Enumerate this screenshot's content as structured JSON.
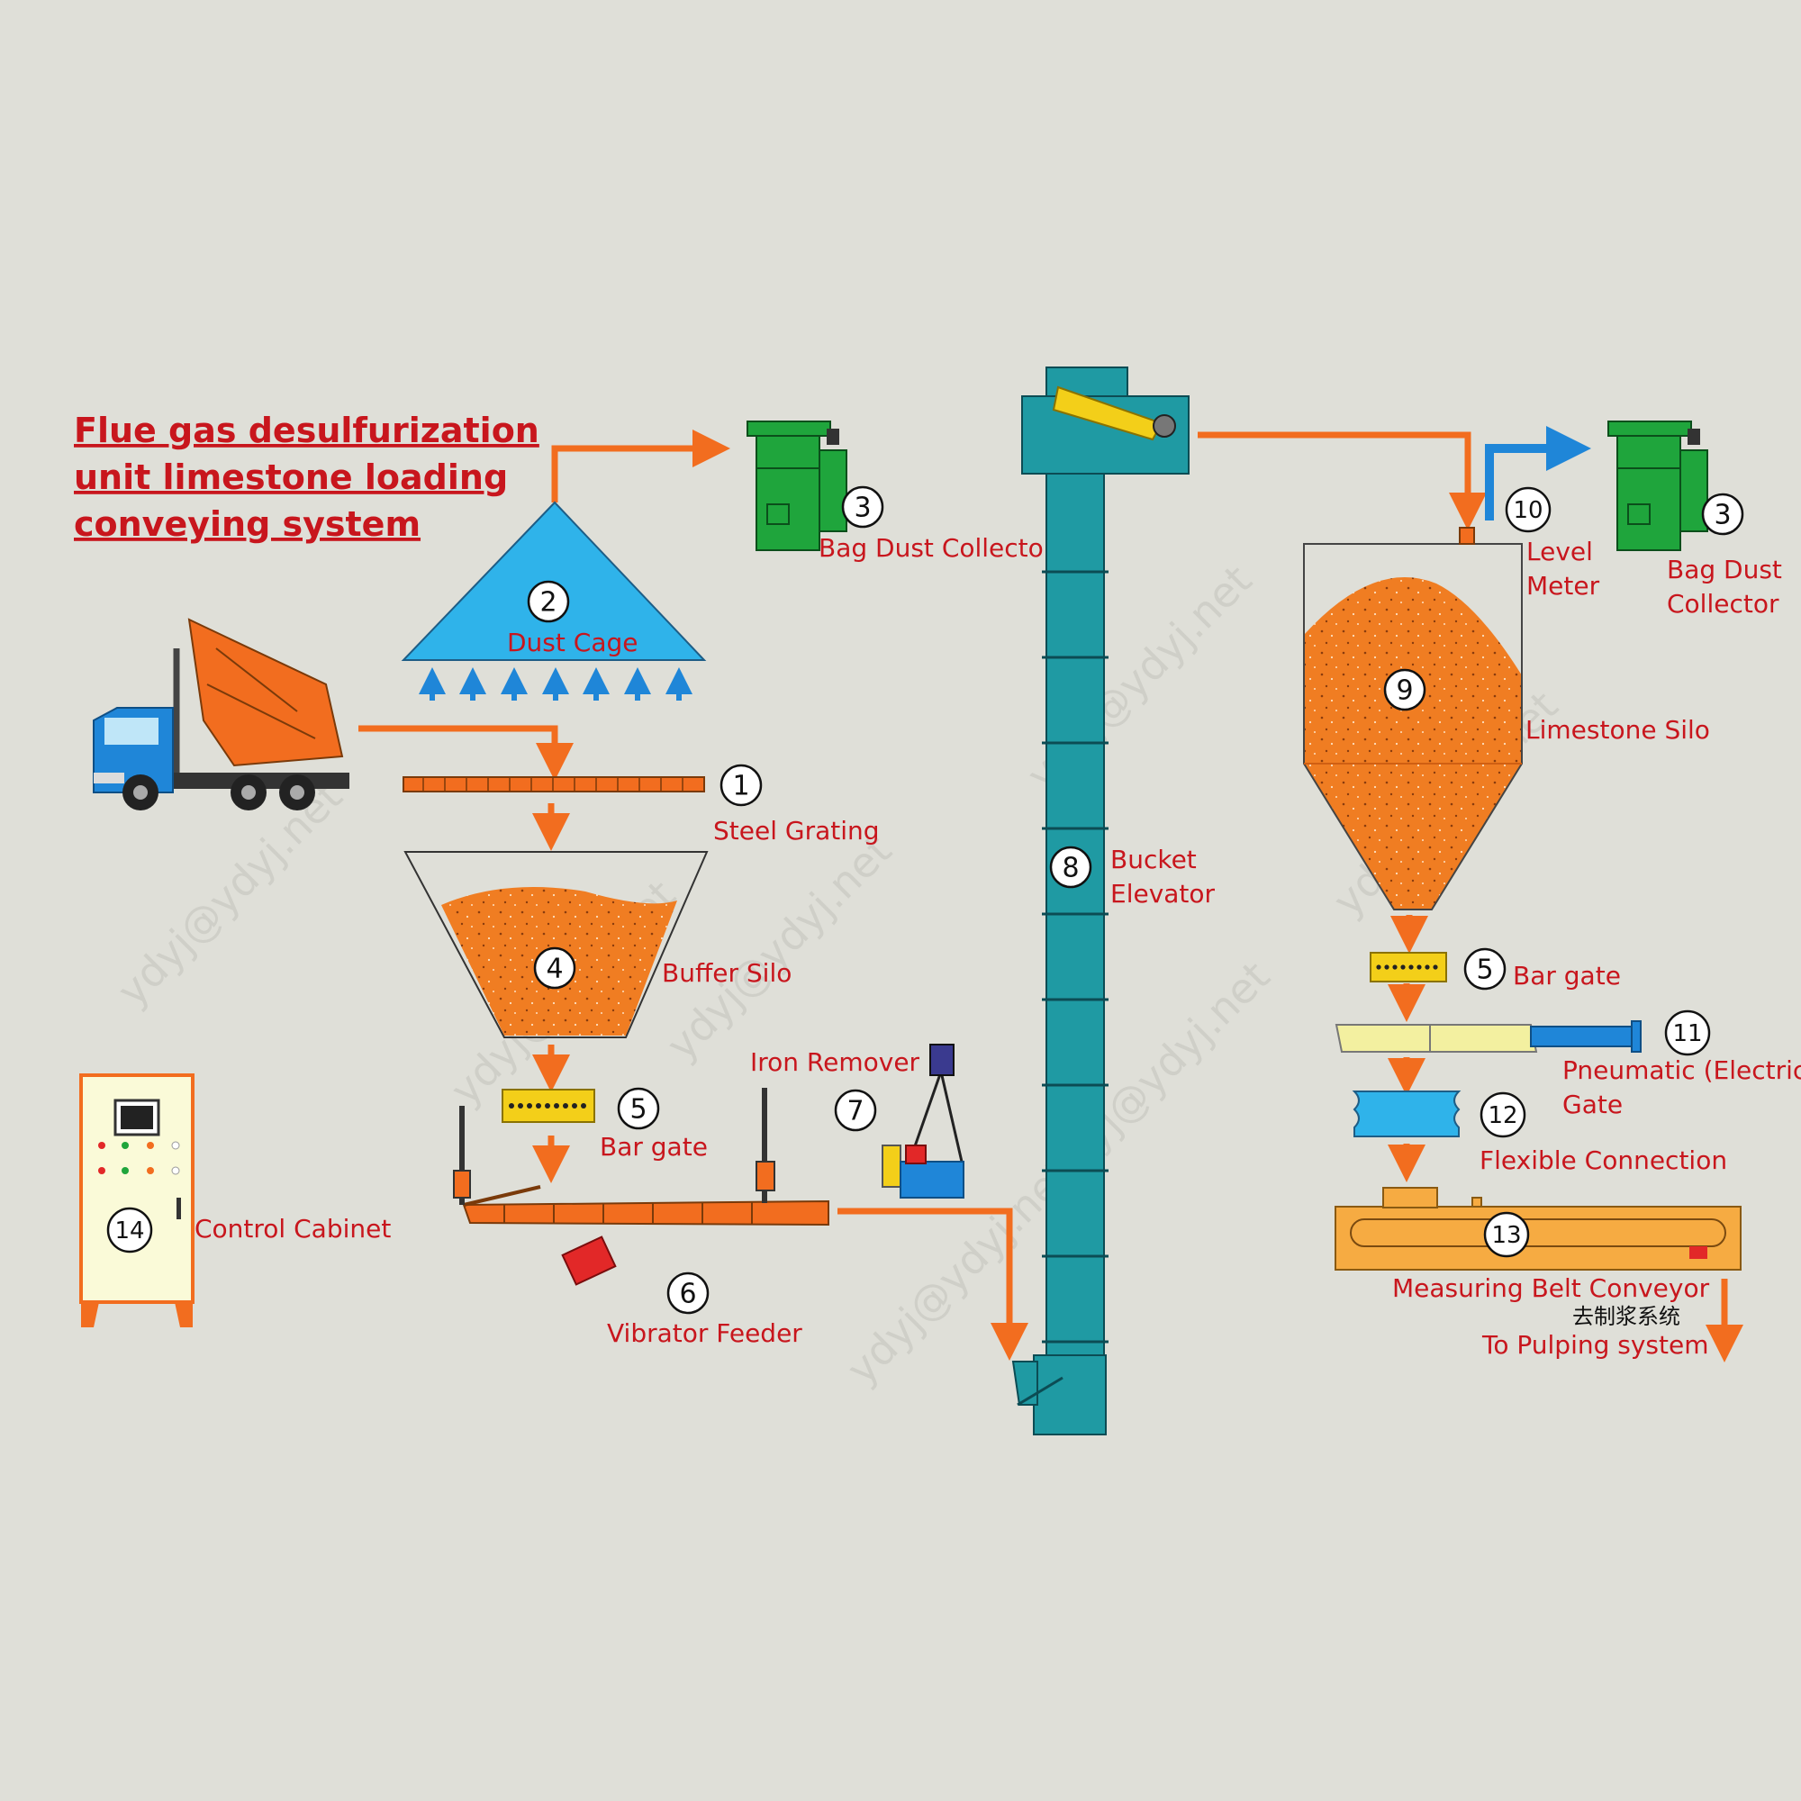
{
  "title": [
    "Flue gas desulfurization",
    "unit limestone loading",
    "conveying system"
  ],
  "watermark": "ydyj@ydyj.net",
  "colors": {
    "background": "#dfdfd8",
    "flow_arrow": "#f26d1f",
    "air_arrow": "#1f86d8",
    "label": "#c8161d",
    "elevator": "#1f9aa3",
    "dust_cage": "#2fb3ea",
    "limestone": "#f07d22",
    "dust_collector": "#1fa53c",
    "bar_gate": "#f3cf19",
    "conveyor": "#f6ab42"
  },
  "components": {
    "steel_grating": {
      "number": "1",
      "label": "Steel Grating"
    },
    "dust_cage": {
      "number": "2",
      "label": "Dust Cage"
    },
    "bag_dust_collector_left": {
      "number": "3",
      "label": "Bag Dust Collector"
    },
    "bag_dust_collector_right": {
      "number": "3",
      "label_lines": [
        "Bag Dust",
        "Collector"
      ]
    },
    "buffer_silo": {
      "number": "4",
      "label": "Buffer Silo"
    },
    "bar_gate_left": {
      "number": "5",
      "label": "Bar gate"
    },
    "bar_gate_right": {
      "number": "5",
      "label": "Bar gate"
    },
    "vibrator_feeder": {
      "number": "6",
      "label": "Vibrator Feeder"
    },
    "iron_remover": {
      "number": "7",
      "label": "Iron Remover"
    },
    "bucket_elevator": {
      "number": "8",
      "label_lines": [
        "Bucket",
        "Elevator"
      ]
    },
    "limestone_silo": {
      "number": "9",
      "label": "Limestone Silo"
    },
    "level_meter": {
      "number": "10",
      "label_lines": [
        "Level",
        "Meter"
      ]
    },
    "pneumatic_gate": {
      "number": "11",
      "label_lines": [
        "Pneumatic (Electric)",
        "Gate"
      ]
    },
    "flexible_connection": {
      "number": "12",
      "label": "Flexible Connection"
    },
    "measuring_belt_conveyor": {
      "number": "13",
      "label": "Measuring Belt Conveyor"
    },
    "control_cabinet": {
      "number": "14",
      "label": "Control Cabinet"
    }
  },
  "output": {
    "label_cn": "去制浆系统",
    "label_en": "To Pulping system"
  }
}
